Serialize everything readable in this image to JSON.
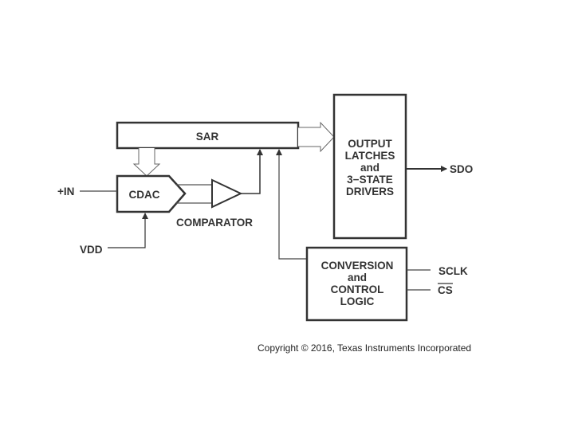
{
  "diagram": {
    "blocks": {
      "sar": "SAR",
      "cdac": "CDAC",
      "output_lines": [
        "OUTPUT",
        "LATCHES",
        "and",
        "3−STATE",
        "DRIVERS"
      ],
      "control_lines": [
        "CONVERSION",
        "and",
        "CONTROL",
        "LOGIC"
      ],
      "comparator": "COMPARATOR"
    },
    "pins": {
      "in_plus": "+IN",
      "vdd": "VDD",
      "sdo": "SDO",
      "sclk": "SCLK",
      "cs": "CS"
    },
    "copyright": "Copyright © 2016, Texas Instruments Incorporated"
  },
  "colors": {
    "stroke": "#333333",
    "hollow_arrow": "#666666"
  }
}
